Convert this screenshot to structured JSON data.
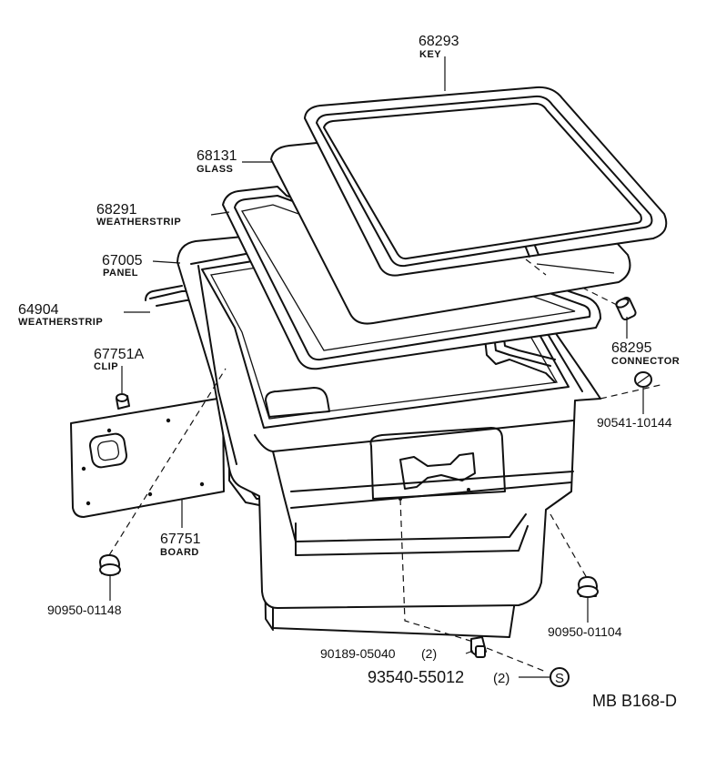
{
  "diagram_code": "MB B168-D",
  "parts": {
    "p68293": {
      "number": "68293",
      "name": "KEY"
    },
    "p68131": {
      "number": "68131",
      "name": "GLASS"
    },
    "p68291": {
      "number": "68291",
      "name": "WEATHERSTRIP"
    },
    "p67005": {
      "number": "67005",
      "name": "PANEL"
    },
    "p64904": {
      "number": "64904",
      "name": "WEATHERSTRIP"
    },
    "p67751A": {
      "number": "67751A",
      "name": "CLIP"
    },
    "p67751": {
      "number": "67751",
      "name": "BOARD"
    },
    "p68295": {
      "number": "68295",
      "name": "CONNECTOR"
    },
    "p90541": {
      "number": "90541-10144"
    },
    "p90950_01148": {
      "number": "90950-01148"
    },
    "p90950_01104": {
      "number": "90950-01104"
    },
    "p90189": {
      "number": "90189-05040",
      "qty": "(2)"
    },
    "p93540": {
      "number": "93540-55012",
      "qty": "(2)"
    }
  },
  "symbols": {
    "standard_part": "S"
  }
}
